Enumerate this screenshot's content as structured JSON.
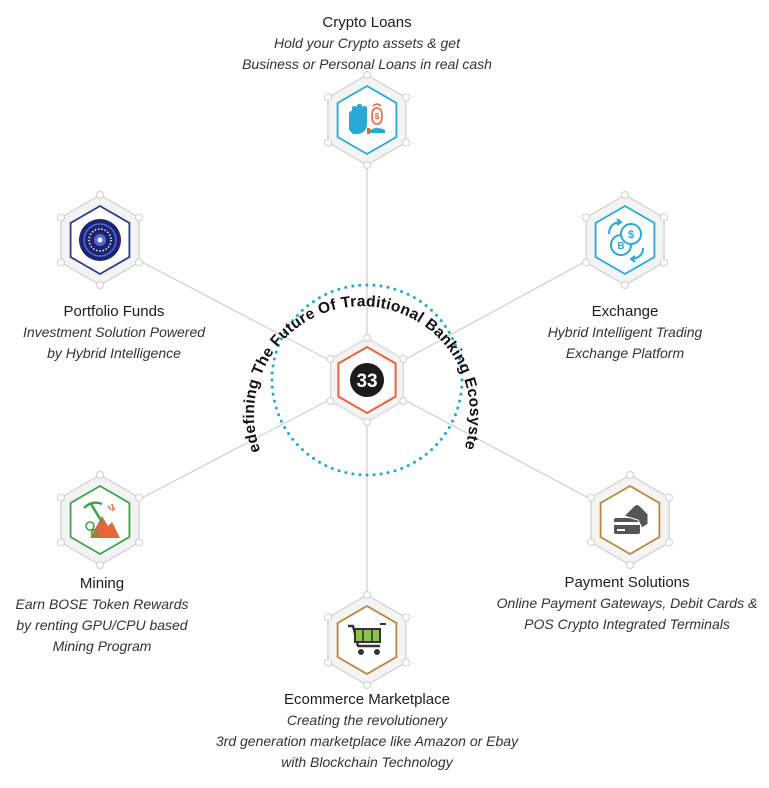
{
  "center": {
    "logo_text": "33",
    "arc_text": "Redefining The Future Of Traditional Banking Ecosystem"
  },
  "nodes": [
    {
      "id": "crypto-loans",
      "title": "Crypto Loans",
      "desc": [
        "Hold your Crypto assets & get",
        "Business or Personal Loans in real cash"
      ],
      "icon": "hand-money-bag-icon",
      "accent": "#29a9d6"
    },
    {
      "id": "exchange",
      "title": "Exchange",
      "desc": [
        "Hybrid Intelligent Trading",
        "Exchange Platform"
      ],
      "icon": "coin-exchange-icon",
      "accent": "#29a9d6"
    },
    {
      "id": "payment-solutions",
      "title": "Payment Solutions",
      "desc": [
        "Online Payment Gateways, Debit Cards &",
        "POS Crypto Integrated Terminals"
      ],
      "icon": "card-payment-icon",
      "accent": "#b8863f"
    },
    {
      "id": "ecommerce-marketplace",
      "title": "Ecommerce Marketplace",
      "desc": [
        "Creating the revolutionery",
        "3rd generation marketplace like Amazon or Ebay",
        "with Blockchain Technology"
      ],
      "icon": "shopping-cart-icon",
      "accent": "#b8863f"
    },
    {
      "id": "mining",
      "title": "Mining",
      "desc": [
        "Earn BOSE Token Rewards",
        "by renting GPU/CPU based",
        "Mining Program"
      ],
      "icon": "mining-pickaxe-icon",
      "accent": "#3fa34d"
    },
    {
      "id": "portfolio-funds",
      "title": "Portfolio Funds",
      "desc": [
        "Investment Solution Powered",
        "by Hybrid Intelligence"
      ],
      "icon": "vault-icon",
      "accent": "#2b3a8c"
    }
  ],
  "colors": {
    "line": "#cfcfcf",
    "hex_outline": "#d6d6d6",
    "center_accent": "#e8643c",
    "dotted_ring": "#2aa8c8"
  }
}
